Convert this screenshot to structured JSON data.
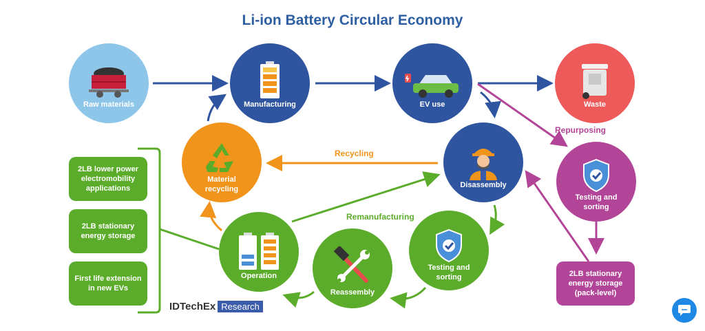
{
  "title": "Li-ion Battery Circular Economy",
  "nodes": {
    "raw_materials": "Raw materials",
    "manufacturing": "Manufacturing",
    "ev_use": "EV use",
    "waste": "Waste",
    "material_recycling": "Material\nrecycling",
    "disassembly": "Disassembly",
    "testing_sorting_right": "Testing and\nsorting",
    "operation": "Operation",
    "reassembly": "Reassembly",
    "testing_sorting_center": "Testing and\nsorting"
  },
  "edge_labels": {
    "recycling": "Recycling",
    "repurposing": "Repurposing",
    "remanufacturing": "Remanufacturing"
  },
  "applications": [
    "2LB lower power\nelectromobility\napplications",
    "2LB stationary\nenergy storage",
    "First life extension\nin new EVs"
  ],
  "pack_box": "2LB stationary\nenergy storage\n(pack-level)",
  "brand": {
    "name": "IDTechEx",
    "tag": "Research"
  },
  "colors": {
    "blue": "#2f55a0",
    "orange": "#f0941c",
    "green": "#5cac2b",
    "purple": "#b24597",
    "red": "#ee5a5a",
    "light_blue": "#8ec6ea"
  },
  "icons": [
    "mine-cart-icon",
    "battery-icon",
    "ev-car-icon",
    "trash-bin-icon",
    "recycle-icon",
    "worker-icon",
    "shield-check-icon",
    "battery-pair-icon",
    "hammer-wrench-icon",
    "chat-icon"
  ]
}
